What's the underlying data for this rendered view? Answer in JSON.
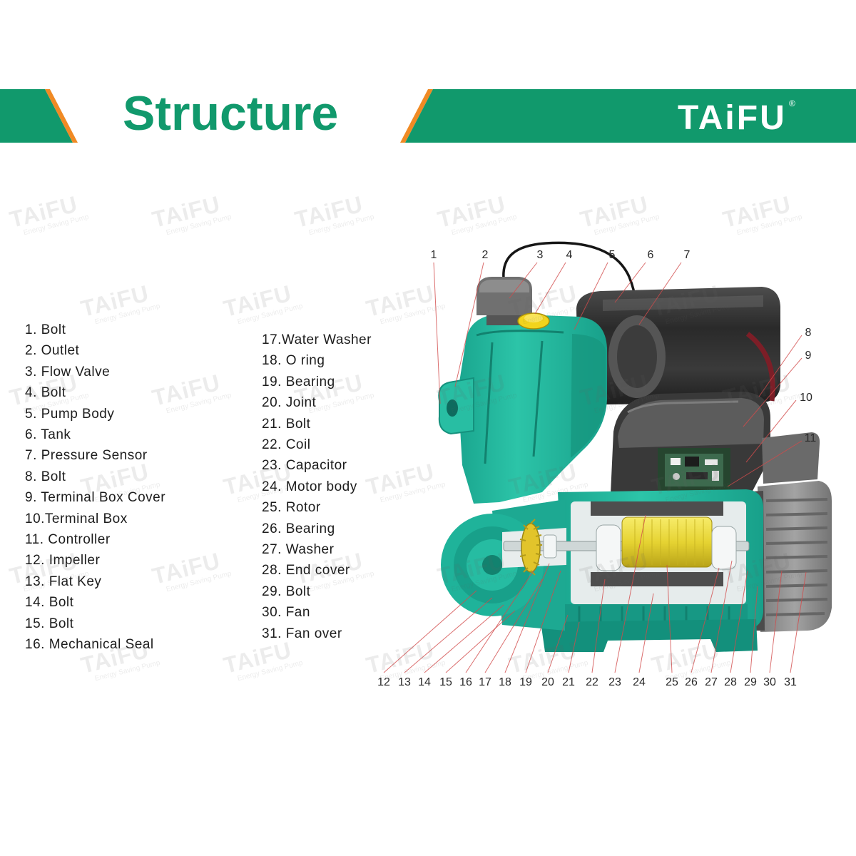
{
  "header": {
    "title": "Structure",
    "logo": "TAiFU",
    "logo_mark": "®"
  },
  "parts_left": [
    "1. Bolt",
    "2. Outlet",
    "3. Flow Valve",
    "4. Bolt",
    "5. Pump Body",
    "6. Tank",
    "7. Pressure Sensor",
    "8. Bolt",
    "9. Terminal Box Cover",
    "10.Terminal Box",
    "11. Controller",
    "12. Impeller",
    "13. Flat Key",
    "14. Bolt",
    "15. Bolt",
    "16. Mechanical Seal"
  ],
  "parts_right": [
    "17.Water Washer",
    "18. O ring",
    "19. Bearing",
    "20. Joint",
    "21. Bolt",
    "22. Coil",
    "23. Capacitor",
    "24. Motor body",
    "25. Rotor",
    "26. Bearing",
    "27. Washer",
    "28. End cover",
    "29. Bolt",
    "30. Fan",
    "31. Fan over"
  ],
  "callouts": [
    "1",
    "2",
    "3",
    "4",
    "5",
    "6",
    "7",
    "8",
    "9",
    "10",
    "11",
    "12",
    "13",
    "14",
    "15",
    "16",
    "17",
    "18",
    "19",
    "20",
    "21",
    "22",
    "23",
    "24",
    "25",
    "26",
    "27",
    "28",
    "29",
    "30",
    "31"
  ],
  "watermark": {
    "brand": "TAiFU",
    "tagline": "Energy Saving Pump"
  },
  "colors": {
    "header_green": "#11996c",
    "accent_orange": "#f08a24",
    "pump_teal": "#1fb39a",
    "leader_red": "#d24b4b"
  }
}
